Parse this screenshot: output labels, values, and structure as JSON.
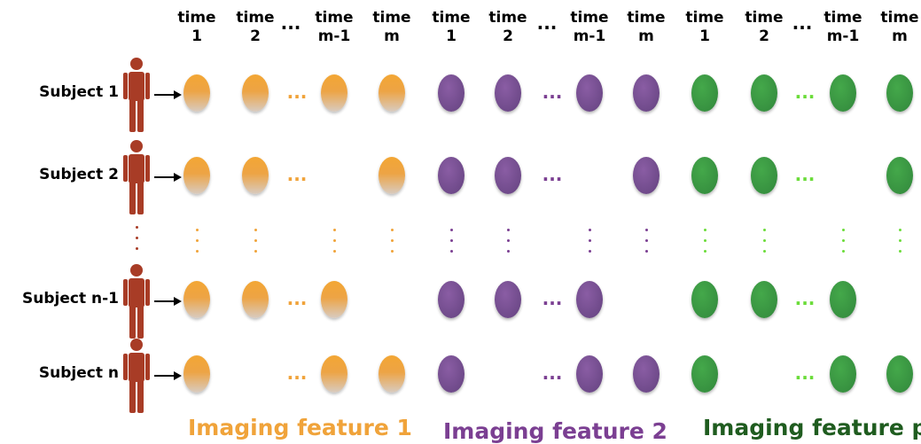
{
  "time_headers": [
    {
      "top": "time",
      "bottom": "1"
    },
    {
      "top": "time",
      "bottom": "2"
    },
    {
      "top": "time",
      "bottom": "m-1"
    },
    {
      "top": "time",
      "bottom": "m"
    },
    {
      "top": "time",
      "bottom": "1"
    },
    {
      "top": "time",
      "bottom": "2"
    },
    {
      "top": "time",
      "bottom": "m-1"
    },
    {
      "top": "time",
      "bottom": "m"
    },
    {
      "top": "time",
      "bottom": "1"
    },
    {
      "top": "time",
      "bottom": "2"
    },
    {
      "top": "time",
      "bottom": "m-1"
    },
    {
      "top": "time",
      "bottom": "m"
    }
  ],
  "ellipsis": "...",
  "subjects": [
    {
      "label": "Subject 1",
      "present": [
        true,
        true,
        true,
        true,
        true,
        true,
        true,
        true,
        true,
        true,
        true,
        true
      ]
    },
    {
      "label": "Subject 2",
      "present": [
        true,
        true,
        false,
        true,
        true,
        true,
        false,
        true,
        true,
        true,
        false,
        true
      ]
    },
    {
      "label": "Subject n-1",
      "present": [
        true,
        true,
        true,
        false,
        true,
        true,
        true,
        false,
        true,
        true,
        true,
        false
      ]
    },
    {
      "label": "Subject n",
      "present": [
        true,
        false,
        true,
        true,
        true,
        false,
        true,
        true,
        true,
        false,
        true,
        true
      ]
    }
  ],
  "features": [
    {
      "label": "Imaging feature 1",
      "color": "#f0a33a"
    },
    {
      "label": "Imaging feature 2",
      "color": "#7b3f92"
    },
    {
      "label": "Imaging feature p",
      "color": "#1f5c1f"
    }
  ],
  "colors": {
    "person": "#a83c26",
    "dots_orange": "#f0a33a",
    "dots_purple": "#7b3f92",
    "dots_green": "#6bdc3a",
    "vdots_subject": "#a83c26"
  },
  "icons": {
    "person": "person-icon",
    "arrow": "arrow-right-icon"
  }
}
